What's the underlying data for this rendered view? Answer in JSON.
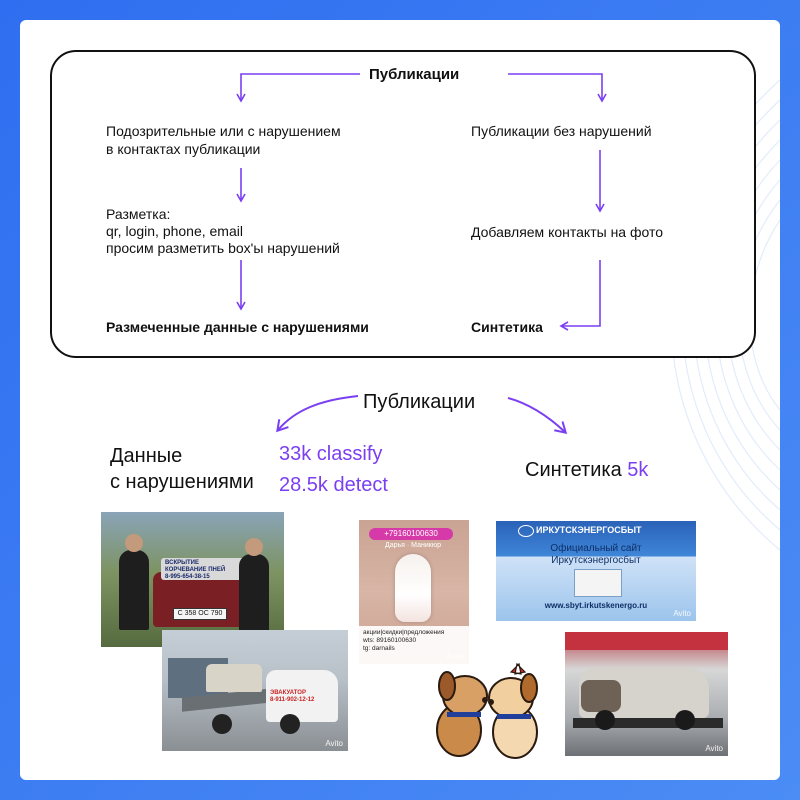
{
  "flow": {
    "title": "Публикации",
    "left_step1_line1": "Подозрительные или с нарушением",
    "left_step1_line2": "в контактах публикации",
    "left_step2_line1": "Разметка:",
    "left_step2_line2": "qr, login, phone, email",
    "left_step2_line3": "просим разметить box'ы нарушений",
    "left_result": "Размеченные данные с нарушениями",
    "right_step1": "Публикации без нарушений",
    "right_step2": "Добавляем контакты на фото",
    "right_result": "Синтетика"
  },
  "summary": {
    "title": "Публикации",
    "violations_line1": "Данные",
    "violations_line2": "с нарушениями",
    "classify": "33k classify",
    "detect": "28.5k detect",
    "synthetic_label": "Синтетика",
    "synthetic_count": "5k"
  },
  "photos": {
    "car_plate": "С 358 ОС 790",
    "car_sign_line1": "ВСКРЫТИЕ",
    "car_sign_line2": "КОРЧЕВАНИЕ ПНЕЙ",
    "car_sign_phone": "8-995-654-38-15",
    "tow_truck_sign": "ЭВАКУАТОР",
    "tow_truck_phone": "8-911-902-12-12",
    "nails_phone": "+79160100630",
    "nails_caption": "Дарья · Маникюр",
    "nails_footer1": "акции|скидки|предложения",
    "nails_footer2": "wts: 89160100630",
    "nails_footer3": "tg: darnails",
    "energy_brand": "ИРКУТСКЭНЕРГОСБЫТ",
    "energy_title_line1": "Официальный сайт",
    "energy_title_line2": "Иркутскэнергосбыт",
    "energy_url": "www.sbyt.irkutskenergo.ru",
    "watermark": "Avito"
  },
  "colors": {
    "accent": "#7b3ff2",
    "frame_blue": "#3d7ef0"
  }
}
